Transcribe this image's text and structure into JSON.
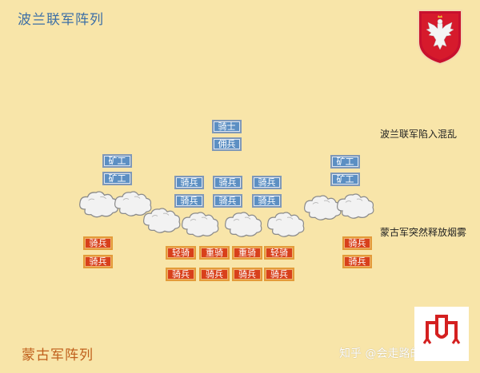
{
  "titles": {
    "polish_army": "波兰联军阵列",
    "mongol_army": "蒙古军阵列"
  },
  "annotations": {
    "polish_chaos": "波兰联军陷入混乱",
    "mongol_smoke": "蒙古军突然释放烟雾"
  },
  "polish_units": {
    "knight": "骑士",
    "mercenary": "佣兵",
    "miner_left_1": "矿工",
    "miner_left_2": "矿工",
    "miner_right_1": "矿工",
    "miner_right_2": "矿工",
    "cav_1": "骑兵",
    "cav_2": "骑兵",
    "cav_3": "骑兵",
    "cav_4": "骑兵",
    "cav_5": "骑兵",
    "cav_6": "骑兵"
  },
  "mongol_units": {
    "left_1": "骑兵",
    "left_2": "骑兵",
    "right_1": "骑兵",
    "right_2": "骑兵",
    "light_1": "轻骑",
    "heavy_1": "重骑",
    "heavy_2": "重骑",
    "light_2": "轻骑",
    "rear_1": "骑兵",
    "rear_2": "骑兵",
    "rear_3": "骑兵",
    "rear_4": "骑兵"
  },
  "watermark": "知乎 @会走路的肉",
  "icons": {
    "crest": "polish-white-eagle-crest",
    "logo": "scale-logo"
  },
  "colors": {
    "background": "#f8e5a9",
    "polish_unit": "#5c8fc3",
    "mongol_unit": "#d8401b",
    "smoke": "#f2f2f2"
  }
}
